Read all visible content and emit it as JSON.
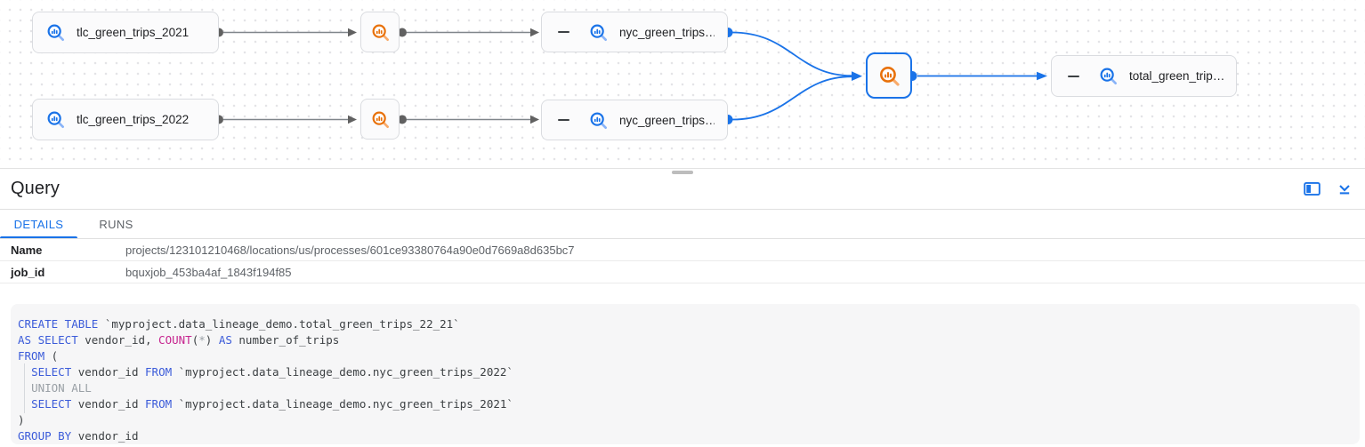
{
  "graph": {
    "nodes": {
      "tlc2021": {
        "label": "tlc_green_trips_2021",
        "type": "table"
      },
      "tlc2022": {
        "label": "tlc_green_trips_2022",
        "type": "table"
      },
      "nycTop": {
        "label": "nyc_green_trips…",
        "type": "table"
      },
      "nycBottom": {
        "label": "nyc_green_trips…",
        "type": "table"
      },
      "total": {
        "label": "total_green_trip…",
        "type": "table"
      }
    }
  },
  "panel": {
    "title": "Query",
    "tabs": [
      {
        "label": "DETAILS",
        "active": true
      },
      {
        "label": "RUNS",
        "active": false
      }
    ],
    "header_icons": [
      "open-in-side-panel",
      "minimize-panel"
    ],
    "fields": [
      {
        "label": "Name",
        "value": "projects/123101210468/locations/us/processes/601ce93380764a90e0d7669a8d635bc7"
      },
      {
        "label": "job_id",
        "value": "bquxjob_453ba4af_1843f194f85"
      }
    ]
  },
  "code": {
    "lines": [
      {
        "indent": false,
        "tokens": [
          {
            "t": "kw",
            "s": "CREATE TABLE"
          },
          {
            "t": "txt",
            "s": " `myproject.data_lineage_demo.total_green_trips_22_21`"
          }
        ]
      },
      {
        "indent": false,
        "tokens": [
          {
            "t": "kw",
            "s": "AS SELECT"
          },
          {
            "t": "txt",
            "s": " vendor_id, "
          },
          {
            "t": "fn",
            "s": "COUNT"
          },
          {
            "t": "txt",
            "s": "("
          },
          {
            "t": "mut",
            "s": "*"
          },
          {
            "t": "txt",
            "s": ") "
          },
          {
            "t": "kw",
            "s": "AS"
          },
          {
            "t": "txt",
            "s": " number_of_trips"
          }
        ]
      },
      {
        "indent": false,
        "tokens": [
          {
            "t": "kw",
            "s": "FROM"
          },
          {
            "t": "txt",
            "s": " ("
          }
        ]
      },
      {
        "indent": true,
        "tokens": [
          {
            "t": "txt",
            "s": "  "
          },
          {
            "t": "kw",
            "s": "SELECT"
          },
          {
            "t": "txt",
            "s": " vendor_id "
          },
          {
            "t": "kw",
            "s": "FROM"
          },
          {
            "t": "txt",
            "s": " `myproject.data_lineage_demo.nyc_green_trips_2022`"
          }
        ]
      },
      {
        "indent": true,
        "tokens": [
          {
            "t": "txt",
            "s": "  "
          },
          {
            "t": "mut",
            "s": "UNION ALL"
          }
        ]
      },
      {
        "indent": true,
        "tokens": [
          {
            "t": "txt",
            "s": "  "
          },
          {
            "t": "kw",
            "s": "SELECT"
          },
          {
            "t": "txt",
            "s": " vendor_id "
          },
          {
            "t": "kw",
            "s": "FROM"
          },
          {
            "t": "txt",
            "s": " `myproject.data_lineage_demo.nyc_green_trips_2021`"
          }
        ]
      },
      {
        "indent": false,
        "tokens": [
          {
            "t": "txt",
            "s": ")"
          }
        ]
      },
      {
        "indent": false,
        "tokens": [
          {
            "t": "kw",
            "s": "GROUP BY"
          },
          {
            "t": "txt",
            "s": " vendor_id"
          }
        ]
      }
    ]
  },
  "colors": {
    "accent_blue": "#1a73e8",
    "process_orange": "#e8710a",
    "keyword_blue": "#3b5bd9",
    "function_magenta": "#c6258f",
    "muted_gray": "#9aa0a6",
    "edge_gray": "#757575"
  }
}
